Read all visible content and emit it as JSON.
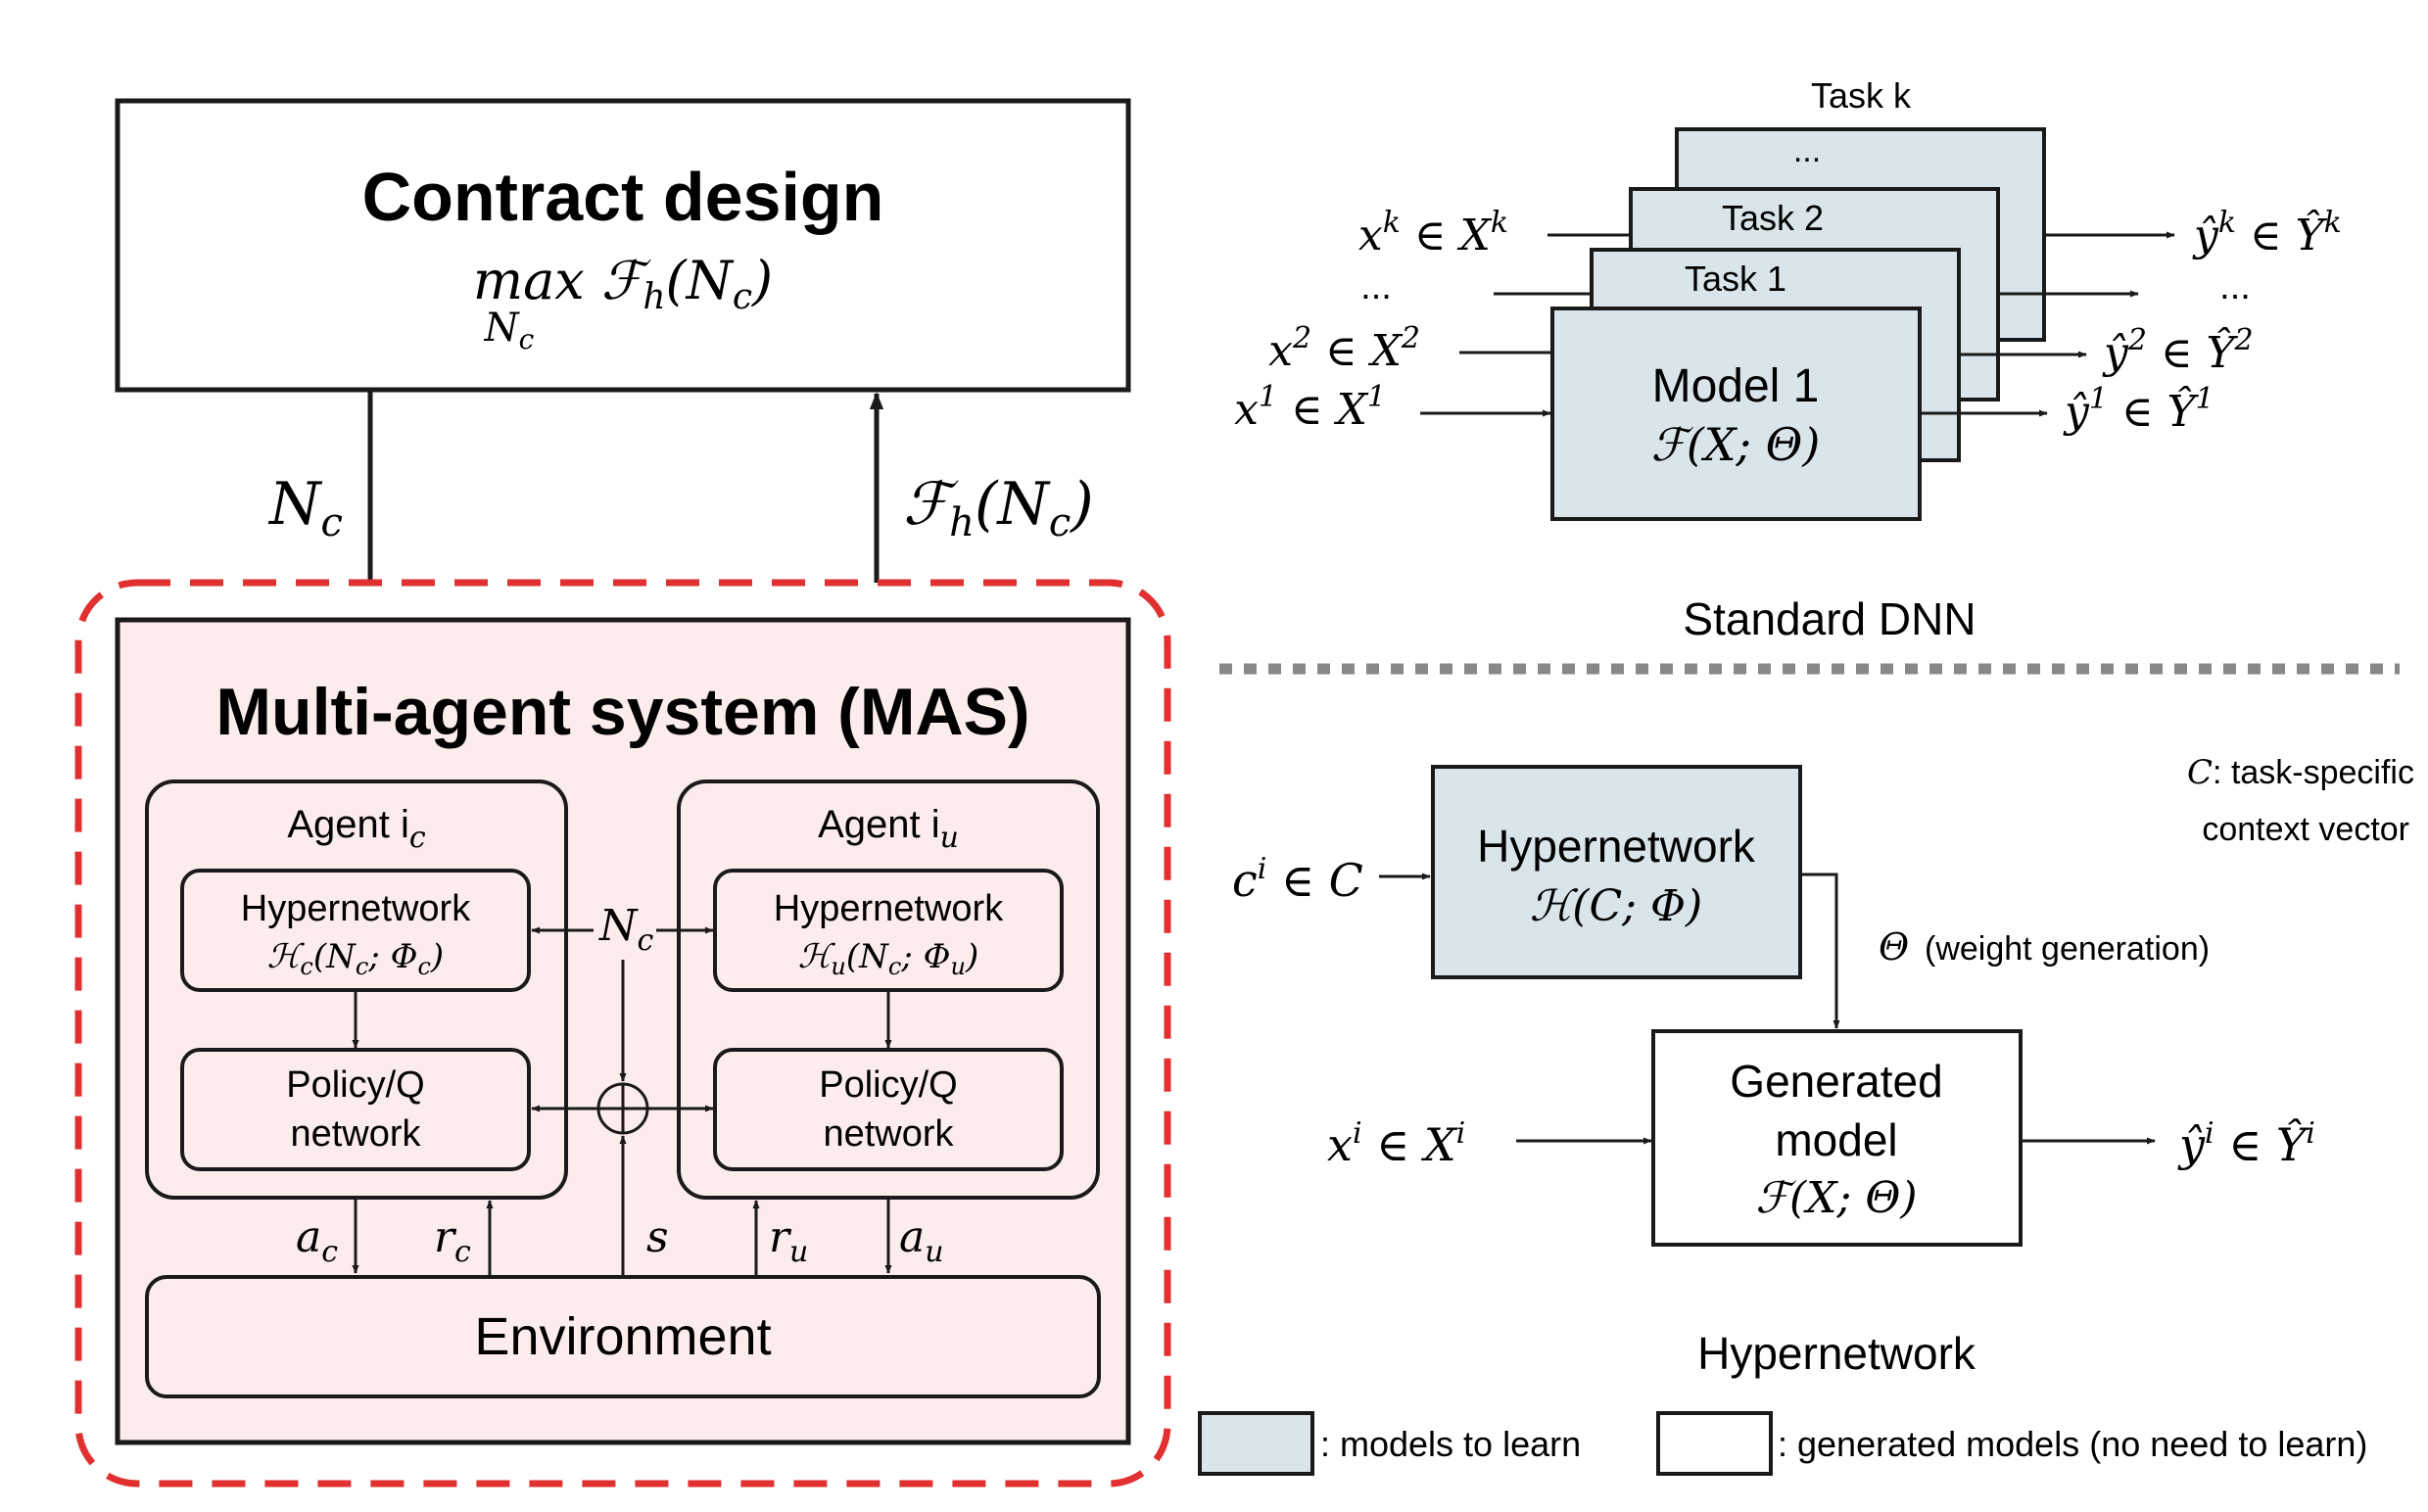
{
  "colors": {
    "stroke": "#1a1a1a",
    "mas_fill": "#fdecec",
    "mas_border": "#e03030",
    "learned_fill": "#d9e5ea",
    "white": "#ffffff"
  },
  "left": {
    "contract": {
      "title": "Contract design",
      "objective": "max ℱ",
      "objective_sub_h": "h",
      "objective_args": "(N",
      "objective_args_sub": "c",
      "objective_close": ")",
      "under": "N",
      "under_sub": "c"
    },
    "arrow_down_label": "N",
    "arrow_down_label_sub": "c",
    "arrow_up_label": "ℱ",
    "arrow_up_label_sub": "h",
    "arrow_up_label_args": "(N",
    "arrow_up_label_args_sub": "c",
    "arrow_up_label_close": ")",
    "mas": {
      "title": "Multi-agent system (MAS)",
      "agent_c": {
        "label": "Agent i",
        "label_sub": "c",
        "hyper_title": "Hypernetwork",
        "hyper_formula": "ℋ",
        "hyper_formula_sub": "c",
        "hyper_formula_args": "(N",
        "hyper_formula_args_sub": "c",
        "hyper_formula_rest": "; Φ",
        "hyper_formula_rest_sub": "c",
        "hyper_formula_close": ")",
        "policy_line1": "Policy/Q",
        "policy_line2": "network"
      },
      "agent_u": {
        "label": "Agent i",
        "label_sub": "u",
        "hyper_title": "Hypernetwork",
        "hyper_formula": "ℋ",
        "hyper_formula_sub": "u",
        "hyper_formula_args": "(N",
        "hyper_formula_args_sub": "c",
        "hyper_formula_rest": "; Φ",
        "hyper_formula_rest_sub": "u",
        "hyper_formula_close": ")",
        "policy_line1": "Policy/Q",
        "policy_line2": "network"
      },
      "center_label": "N",
      "center_label_sub": "c",
      "signals": {
        "a_c": "a",
        "a_c_sub": "c",
        "r_c": "r",
        "r_c_sub": "c",
        "s": "s",
        "r_u": "r",
        "r_u_sub": "u",
        "a_u": "a",
        "a_u_sub": "u"
      },
      "environment": "Environment"
    }
  },
  "right": {
    "standard_dnn": {
      "caption": "Standard DNN",
      "task_k": "Task k",
      "dots_top": "...",
      "task_2": "Task 2",
      "task_1": "Task 1",
      "model_title": "Model 1",
      "model_formula": "ℱ(X; Θ)",
      "inputs": [
        {
          "v": "x",
          "sup": "k",
          "rest": " ∈ X",
          "rest_sup": "k"
        },
        {
          "v": "...",
          "sup": "",
          "rest": "",
          "rest_sup": ""
        },
        {
          "v": "x",
          "sup": "2",
          "rest": " ∈ X",
          "rest_sup": "2"
        },
        {
          "v": "x",
          "sup": "1",
          "rest": " ∈ X",
          "rest_sup": "1"
        }
      ],
      "outputs": [
        {
          "v": "ŷ",
          "sup": "k",
          "rest": " ∈ Ŷ",
          "rest_sup": "k"
        },
        {
          "v": "...",
          "sup": "",
          "rest": "",
          "rest_sup": ""
        },
        {
          "v": "ŷ",
          "sup": "2",
          "rest": " ∈ Ŷ",
          "rest_sup": "2"
        },
        {
          "v": "ŷ",
          "sup": "1",
          "rest": " ∈ Ŷ",
          "rest_sup": "1"
        }
      ]
    },
    "hypernetwork": {
      "caption": "Hypernetwork",
      "context_note_line1": ": task-specific",
      "context_note_symbol": "C",
      "context_note_line2": "context vector",
      "input": {
        "v": "c",
        "sup": "i",
        "rest": " ∈ C"
      },
      "box_title": "Hypernetwork",
      "box_formula": "ℋ(C; Φ)",
      "theta_symbol": "Θ",
      "theta_note": "(weight generation)",
      "gen_line1": "Generated",
      "gen_line2": "model",
      "gen_formula": "ℱ(X; Θ)",
      "x_input": {
        "v": "x",
        "sup": "i",
        "rest": " ∈ X",
        "rest_sup": "i"
      },
      "y_output": {
        "v": "ŷ",
        "sup": "i",
        "rest": " ∈ Ŷ",
        "rest_sup": "i"
      }
    },
    "legend": {
      "learn": ": models to learn",
      "generated": ": generated models (no need to learn)"
    }
  }
}
